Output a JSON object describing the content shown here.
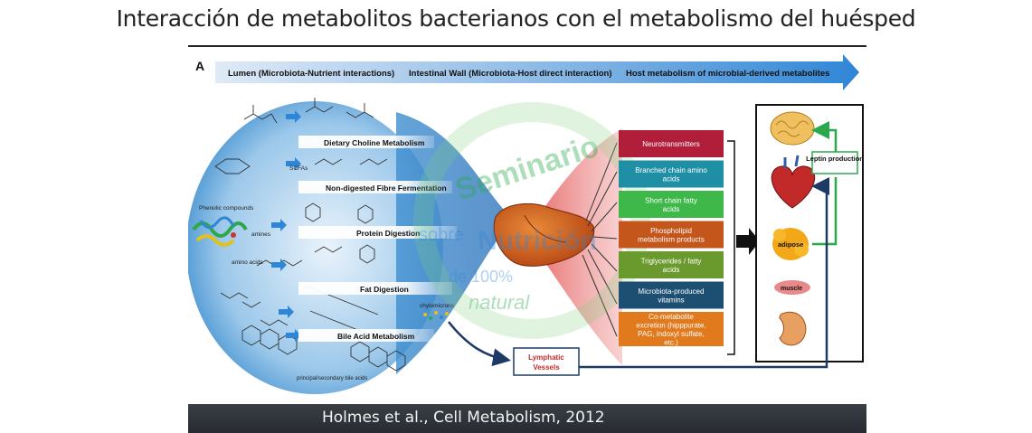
{
  "title": "Interacción de metabolitos bacterianos con el metabolismo del huésped",
  "panel_label": "A",
  "arrow_labels": {
    "lumen": "Lumen (Microbiota-Nutrient interactions)",
    "wall": "Intestinal Wall (Microbiota-Host direct interaction)",
    "host": "Host metabolism of microbial-derived metabolites"
  },
  "lumen": {
    "metabolism_bars": [
      "Dietary  Choline Metabolism",
      "Non-digested Fibre Fermentation",
      "Protein Digestion",
      "Fat Digestion",
      "Bile Acid Metabolism"
    ],
    "labels": {
      "scfas": "SCFAs",
      "phenolic": "Phenolic compounds",
      "amines": "amines",
      "amino_acids": "amino acids",
      "chylomicrons": "chylomicrons",
      "bile_acids": "principal/secondary bile acids"
    }
  },
  "metabolites": [
    {
      "label": "Neurotransmitters",
      "color": "#b01e3a"
    },
    {
      "label": "Branched chain amino acids",
      "color": "#1f8fa6"
    },
    {
      "label": "Short chain fatty acids",
      "color": "#3fb84a"
    },
    {
      "label": "Phospholipid metabolism products",
      "color": "#c4561b"
    },
    {
      "label": "Triglycerides / fatty acids",
      "color": "#6a9a2e"
    },
    {
      "label": "Microbiota-produced vitamins",
      "color": "#1d4f73"
    },
    {
      "label": "Co-metabolite excretion (hipppurate, PAG, indoxyl sulfate, etc.)",
      "color": "#e07a1c"
    }
  ],
  "lymphatic": "Lymphatic Vessels",
  "organs": {
    "leptin": "Leptin production",
    "adipose": "adipose",
    "muscle": "muscle"
  },
  "watermark": {
    "line1": "Seminario",
    "line2": "sobre",
    "line3": "Nutrición",
    "line4": "de 100%",
    "line5": "natural"
  },
  "colors": {
    "arrow": "#3a8fd8",
    "lymph": "#1d3a66",
    "leptin": "#2aa84a"
  },
  "citation": "Holmes et al., Cell Metabolism, 2012"
}
